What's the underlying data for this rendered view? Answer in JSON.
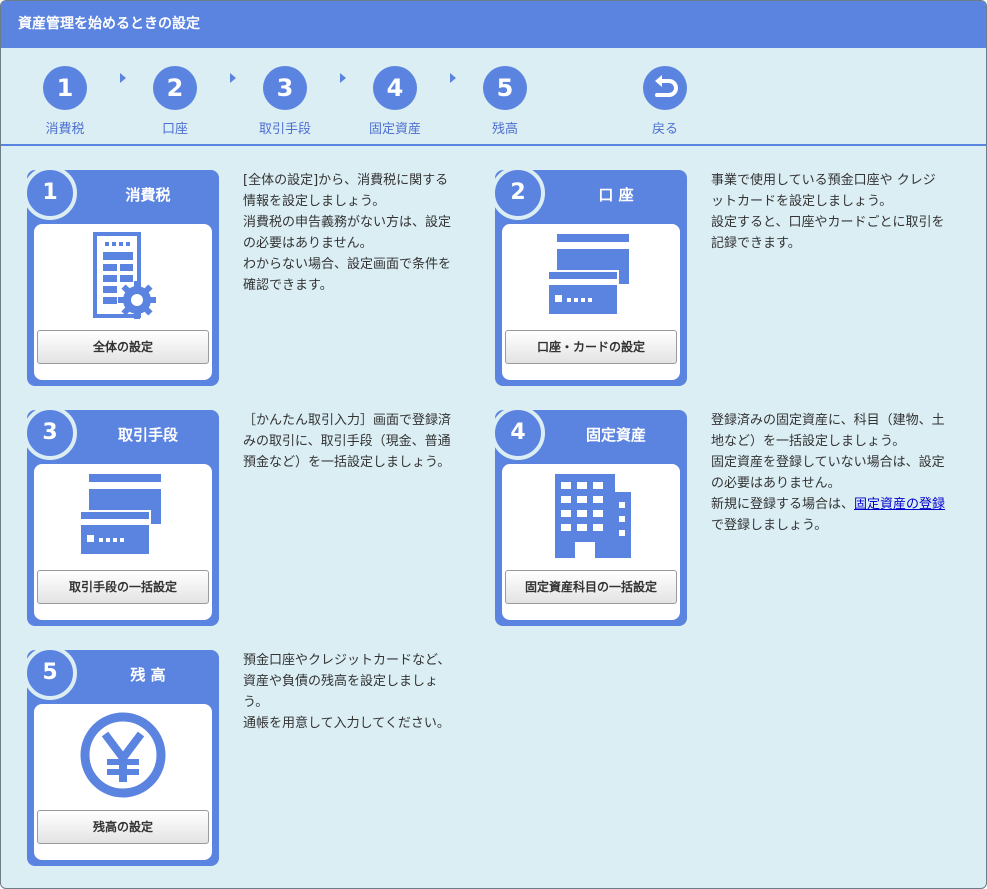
{
  "window": {
    "title": "資産管理を始めるときの設定"
  },
  "steps": [
    {
      "number": "1",
      "label": "消費税"
    },
    {
      "number": "2",
      "label": "口座"
    },
    {
      "number": "3",
      "label": "取引手段"
    },
    {
      "number": "4",
      "label": "固定資産"
    },
    {
      "number": "5",
      "label": "残高"
    }
  ],
  "back": {
    "label": "戻る",
    "icon": "return-arrow-icon"
  },
  "cards": [
    {
      "number": "1",
      "title": "消費税",
      "icon": "tax-calculator-gear-icon",
      "button": "全体の設定",
      "desc": [
        "[全体の設定]から、消費税に関する",
        "情報を設定しましょう。",
        "消費税の申告義務がない方は、設定",
        "の必要はありません。",
        "わからない場合、設定画面で条件を",
        "確認できます。"
      ]
    },
    {
      "number": "2",
      "title": "口 座",
      "icon": "bank-cards-icon",
      "button": "口座・カードの設定",
      "desc": [
        "事業で使用している預金口座や クレジ",
        "ットカードを設定しましょう。",
        "設定すると、口座やカードごとに取引を",
        "記録できます。"
      ]
    },
    {
      "number": "3",
      "title": "取引手段",
      "icon": "payment-cards-icon",
      "button": "取引手段の一括設定",
      "desc": [
        "［かんたん取引入力］画面で登録済",
        "みの取引に、取引手段（現金、普通",
        "預金など）を一括設定しましょう。"
      ]
    },
    {
      "number": "4",
      "title": "固定資産",
      "icon": "building-icon",
      "button": "固定資産科目の一括設定",
      "desc": [
        "登録済みの固定資産に、科目（建物、土",
        "地など）を一括設定しましょう。",
        "固定資産を登録していない場合は、設定",
        "の必要はありません。",
        "新規に登録する場合は、",
        "で登録しましょう。"
      ],
      "link": "固定資産の登録"
    },
    {
      "number": "5",
      "title": "残 高",
      "icon": "yen-coin-icon",
      "button": "残高の設定",
      "desc": [
        "預金口座やクレジットカードなど、",
        "資産や負債の残高を設定しましょ",
        "う。",
        "通帳を用意して入力してください。"
      ]
    }
  ],
  "colors": {
    "accent": "#5b83e0",
    "background": "#dbeef4",
    "link": "#0000cc"
  }
}
